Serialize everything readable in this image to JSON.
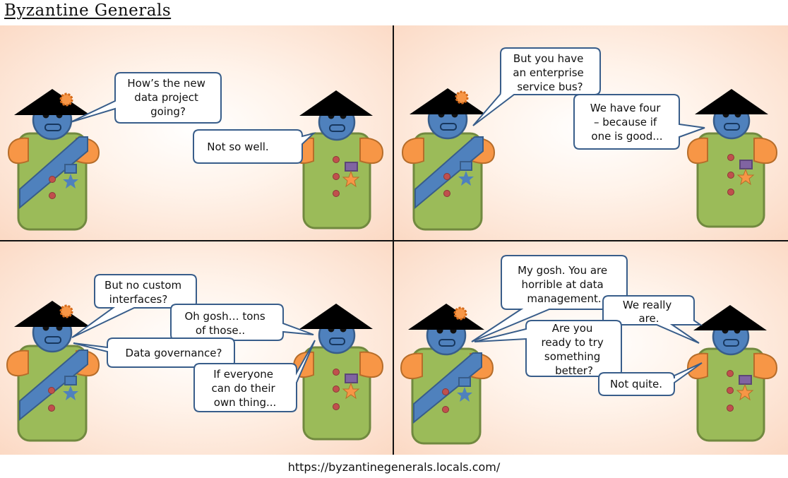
{
  "title": "Byzantine Generals",
  "footer": "https://byzantinegenerals.locals.com/",
  "panels": [
    {
      "bubbles": [
        {
          "lines": [
            "How’s the new",
            "data project",
            "going?"
          ]
        },
        {
          "lines": [
            "Not so well."
          ]
        }
      ]
    },
    {
      "bubbles": [
        {
          "lines": [
            "But you have",
            "an enterprise",
            "service bus?"
          ]
        },
        {
          "lines": [
            "We have four",
            "– because if",
            "one is good..."
          ]
        }
      ]
    },
    {
      "bubbles": [
        {
          "lines": [
            "But no custom",
            "interfaces?"
          ]
        },
        {
          "lines": [
            "Oh gosh… tons",
            "of those.."
          ]
        },
        {
          "lines": [
            "Data governance?"
          ]
        },
        {
          "lines": [
            "If everyone",
            "can do their",
            "own thing..."
          ]
        }
      ]
    },
    {
      "bubbles": [
        {
          "lines": [
            "My gosh. You are",
            "horrible at data",
            "management."
          ]
        },
        {
          "lines": [
            "We really",
            "are."
          ]
        },
        {
          "lines": [
            "Are you",
            "ready to try",
            "something",
            "better?"
          ]
        },
        {
          "lines": [
            "Not quite."
          ]
        }
      ]
    }
  ],
  "colors": {
    "body": "#9bbb59",
    "skin": "#4f81bd",
    "shoulder": "#f79646",
    "hat": "#000000",
    "sash": "#4f81bd",
    "button": "#c0504d"
  }
}
